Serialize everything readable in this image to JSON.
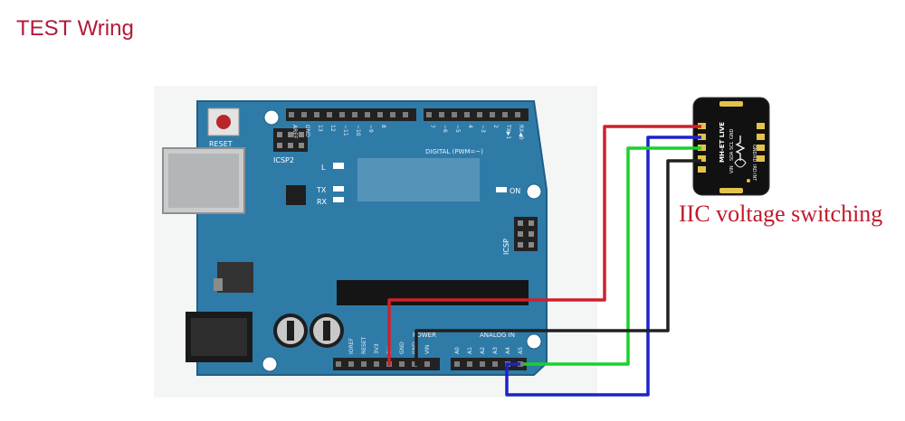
{
  "title": "TEST Wring",
  "annotation": "IIC voltage switching",
  "arduino": {
    "reset_label": "RESET",
    "icsp2_label": "ICSP2",
    "icsp_label": "ICSP",
    "led_l": "L",
    "led_tx": "TX",
    "led_rx": "RX",
    "led_on": "ON",
    "digital_label": "DIGITAL (PWM=~)",
    "analog_label": "ANALOG IN",
    "power_label": "POWER",
    "digital_pins": [
      "AREF",
      "GND",
      "13",
      "12",
      "~11",
      "~10",
      "~9",
      "8",
      "7",
      "~6",
      "~5",
      "4",
      "~3",
      "2",
      "TX▶1",
      "RX◀0"
    ],
    "power_pins": [
      "IOREF",
      "RESET",
      "3V3",
      "5V",
      "GND",
      "GND",
      "VIN"
    ],
    "analog_pins": [
      "A0",
      "A1",
      "A2",
      "A3",
      "A4",
      "A5"
    ]
  },
  "sensor": {
    "name": "MH-ET LIVE",
    "pins": [
      "VIN",
      "SDA",
      "SCL",
      "GND"
    ],
    "pins_top": [
      "GND",
      "RD",
      "IRD",
      "INT"
    ]
  },
  "wire_colors": {
    "red": "#d0202a",
    "blue": "#1d22c8",
    "green": "#17d22a",
    "black": "#202020"
  }
}
